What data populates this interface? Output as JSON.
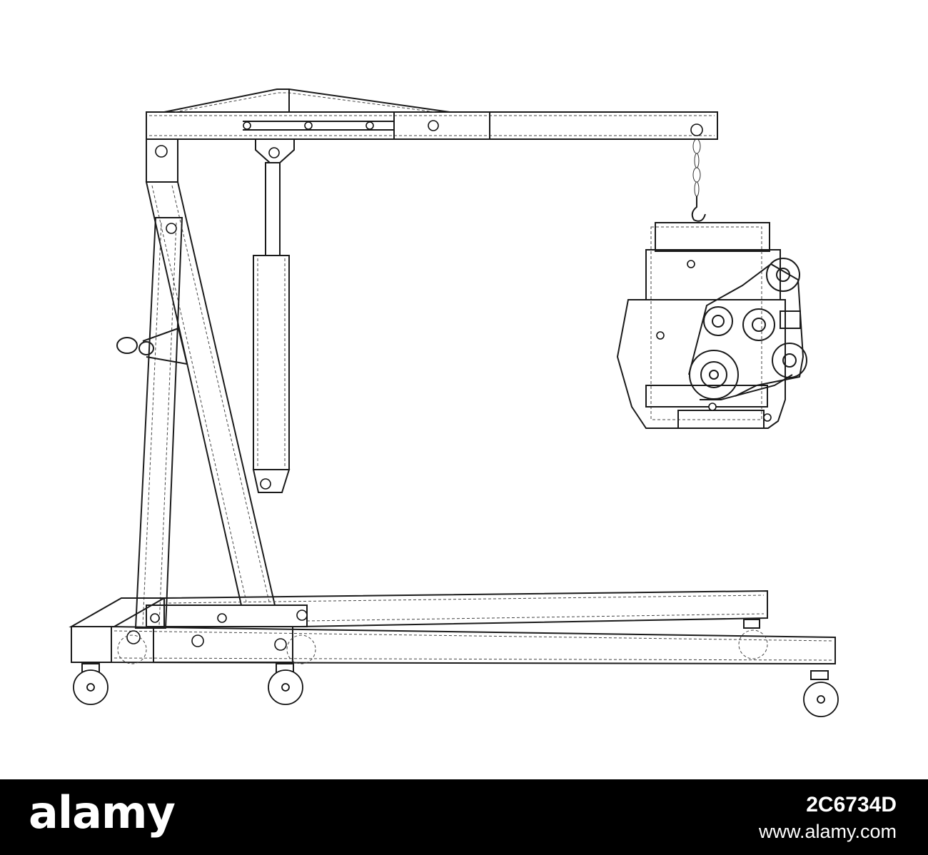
{
  "footer": {
    "logo_text": "alamy",
    "image_id": "2C6734D",
    "site": "www.alamy.com"
  },
  "colors": {
    "line": "#1a1a1a",
    "background": "#ffffff",
    "footer_bg": "#000000",
    "footer_text": "#ffffff"
  }
}
